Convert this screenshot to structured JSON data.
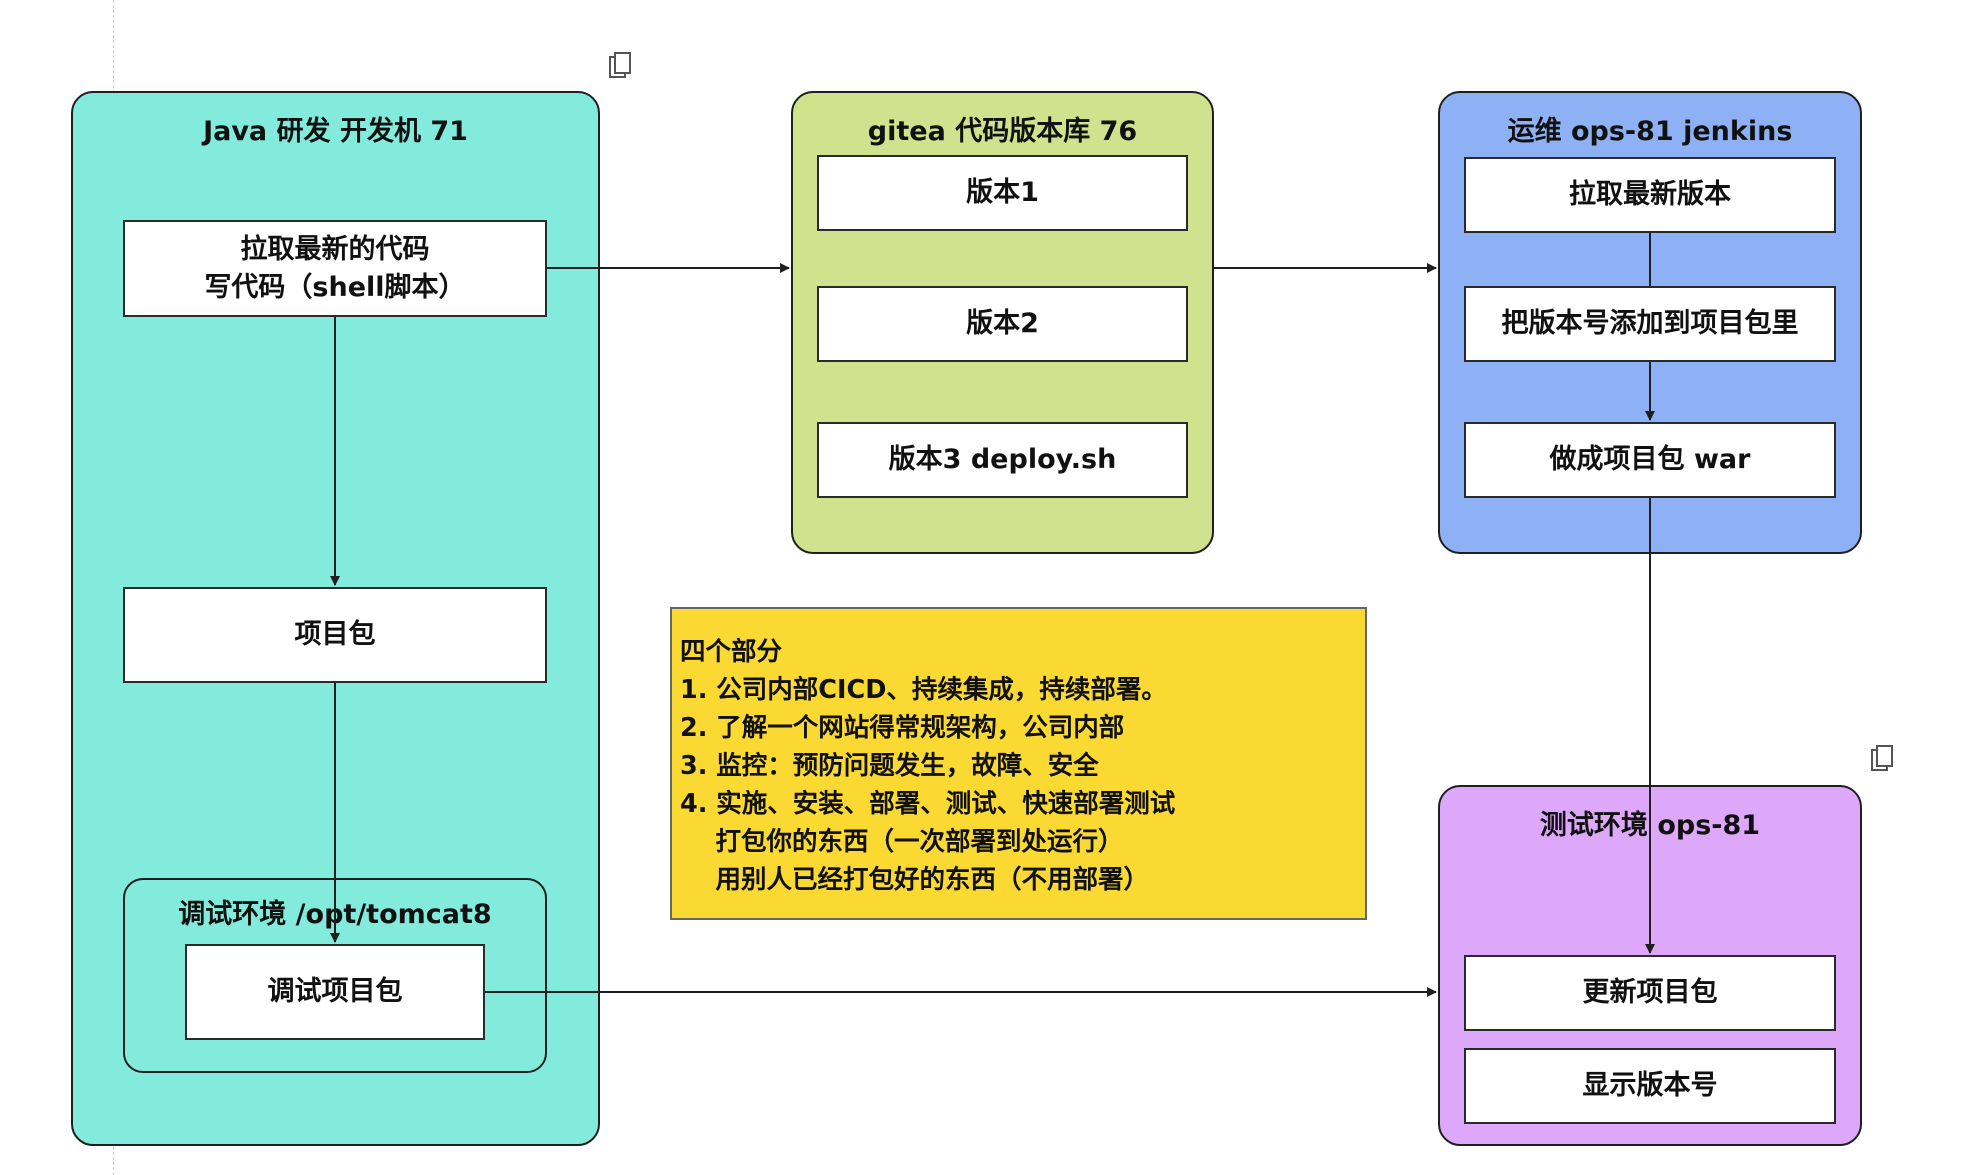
{
  "groups": {
    "dev": {
      "title": "Java 研发 开发机 71"
    },
    "gitea": {
      "title": "gitea 代码版本库 76"
    },
    "ops": {
      "title": "运维 ops-81 jenkins"
    },
    "test": {
      "title": "测试环境 ops-81"
    },
    "debug": {
      "title": "调试环境 /opt/tomcat8"
    }
  },
  "nodes": {
    "pull_code": {
      "line1": "拉取最新的代码",
      "line2": "写代码（shell脚本）"
    },
    "project_pkg": "项目包",
    "debug_pkg": "调试项目包",
    "version1": "版本1",
    "version2": "版本2",
    "version3": "版本3 deploy.sh",
    "pull_version": "拉取最新版本",
    "add_version": "把版本号添加到项目包里",
    "build_war": "做成项目包 war",
    "update_pkg": "更新项目包",
    "show_version": "显示版本号"
  },
  "note": {
    "heading": "四个部分",
    "lines": [
      "1. 公司内部CICD、持续集成，持续部署。",
      "2. 了解一个网站得常规架构，公司内部",
      "3. 监控：预防问题发生，故障、安全",
      "4. 实施、安装、部署、测试、快速部署测试",
      "    打包你的东西（一次部署到处运行）",
      "    用别人已经打包好的东西（不用部署）"
    ]
  },
  "colors": {
    "dev_bg": "#83ebdc",
    "gitea_bg": "#d0e28e",
    "ops_bg": "#8eb1f6",
    "test_bg": "#dea8fa",
    "note_bg": "#fad932"
  },
  "icons": [
    "copy-icon-top",
    "copy-icon-right"
  ]
}
